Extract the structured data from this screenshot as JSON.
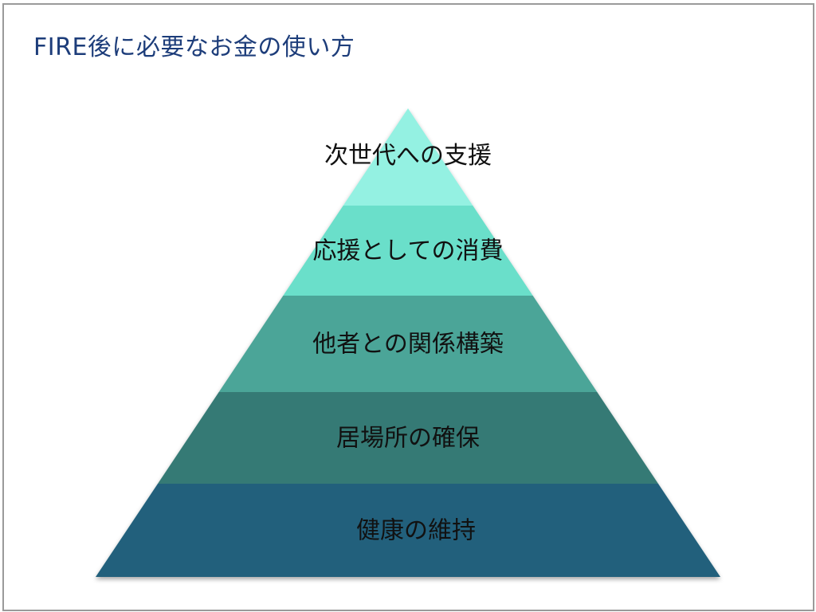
{
  "slide": {
    "title": "FIRE後に必要なお金の使い方"
  },
  "pyramid": {
    "layers": [
      {
        "label": "次世代への支援",
        "color": "#94f1e2"
      },
      {
        "label": "応援としての消費",
        "color": "#6adfca"
      },
      {
        "label": "他者との関係構築",
        "color": "#4ba598"
      },
      {
        "label": "居場所の確保",
        "color": "#357a74"
      },
      {
        "label": "健康の維持",
        "color": "#21617b"
      }
    ]
  }
}
